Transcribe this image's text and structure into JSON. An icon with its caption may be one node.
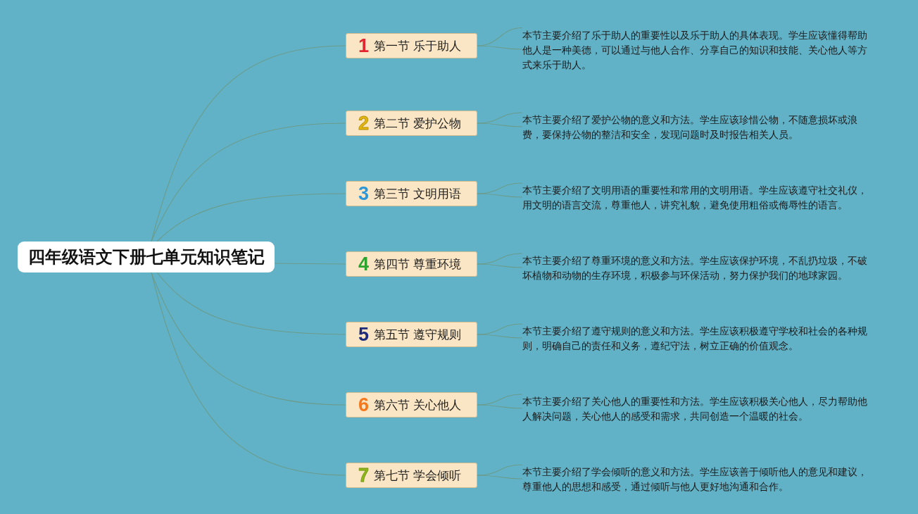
{
  "diagram": {
    "nodes": [
      {
        "text": [
          "四年级语文下册七单元知识笔记"
        ]
      },
      {
        "text": [
          "1",
          "第一节 乐于助人"
        ]
      },
      {
        "text": [
          "本节主要介绍了乐于助人的重要性以及乐于助人的具体表现。学生应该懂得帮助他人是一种美德，可以通过与他人合作、分享自己的知识和技能、关心他人等方式来乐于助人。"
        ]
      },
      {
        "text": [
          "2",
          "第二节 爱护公物"
        ]
      },
      {
        "text": [
          "本节主要介绍了爱护公物的意义和方法。学生应该珍惜公物，不随意损坏或浪费，要保持公物的整洁和安全，发现问题时及时报告相关人员。"
        ]
      },
      {
        "text": [
          "3",
          "第三节 文明用语"
        ]
      },
      {
        "text": [
          "本节主要介绍了文明用语的重要性和常用的文明用语。学生应该遵守社交礼仪，用文明的语言交流，尊重他人，讲究礼貌，避免使用粗俗或侮辱性的语言。"
        ]
      },
      {
        "text": [
          "4",
          "第四节 尊重环境"
        ]
      },
      {
        "text": [
          "本节主要介绍了尊重环境的意义和方法。学生应该保护环境，不乱扔垃圾，不破坏植物和动物的生存环境，积极参与环保活动，努力保护我们的地球家园。"
        ]
      },
      {
        "text": [
          "5",
          "第五节 遵守规则"
        ]
      },
      {
        "text": [
          "本节主要介绍了遵守规则的意义和方法。学生应该积极遵守学校和社会的各种规则，明确自己的责任和义务，遵纪守法，树立正确的价值观念。"
        ]
      },
      {
        "text": [
          "6",
          "第六节 关心他人"
        ]
      },
      {
        "text": [
          "本节主要介绍了关心他人的重要性和方法。学生应该积极关心他人，尽力帮助他人解决问题，关心他人的感受和需求，共同创造一个温暖的社会。"
        ]
      },
      {
        "text": [
          "7",
          "第七节 学会倾听"
        ]
      },
      {
        "text": [
          "本节主要介绍了学会倾听的意义和方法。学生应该善于倾听他人的意见和建议，尊重他人的思想和感受，通过倾听与他人更好地沟通和合作。"
        ]
      }
    ],
    "edges": [
      {
        "from": 0,
        "to": 1,
        "arrow": "none"
      },
      {
        "from": 0,
        "to": 3,
        "arrow": "none"
      },
      {
        "from": 0,
        "to": 5,
        "arrow": "none"
      },
      {
        "from": 0,
        "to": 7,
        "arrow": "none"
      },
      {
        "from": 0,
        "to": 9,
        "arrow": "none"
      },
      {
        "from": 0,
        "to": 11,
        "arrow": "none"
      },
      {
        "from": 0,
        "to": 13,
        "arrow": "none"
      },
      {
        "from": 1,
        "to": 2,
        "arrow": "none"
      },
      {
        "from": 1,
        "to": 2,
        "arrow": "none"
      },
      {
        "from": 3,
        "to": 4,
        "arrow": "none"
      },
      {
        "from": 3,
        "to": 4,
        "arrow": "none"
      },
      {
        "from": 5,
        "to": 6,
        "arrow": "none"
      },
      {
        "from": 5,
        "to": 6,
        "arrow": "none"
      },
      {
        "from": 7,
        "to": 8,
        "arrow": "none"
      },
      {
        "from": 7,
        "to": 8,
        "arrow": "none"
      },
      {
        "from": 9,
        "to": 10,
        "arrow": "none"
      },
      {
        "from": 9,
        "to": 10,
        "arrow": "none"
      },
      {
        "from": 11,
        "to": 12,
        "arrow": "none"
      },
      {
        "from": 11,
        "to": 12,
        "arrow": "none"
      },
      {
        "from": 13,
        "to": 14,
        "arrow": "none"
      },
      {
        "from": 13,
        "to": 14,
        "arrow": "none"
      }
    ]
  }
}
